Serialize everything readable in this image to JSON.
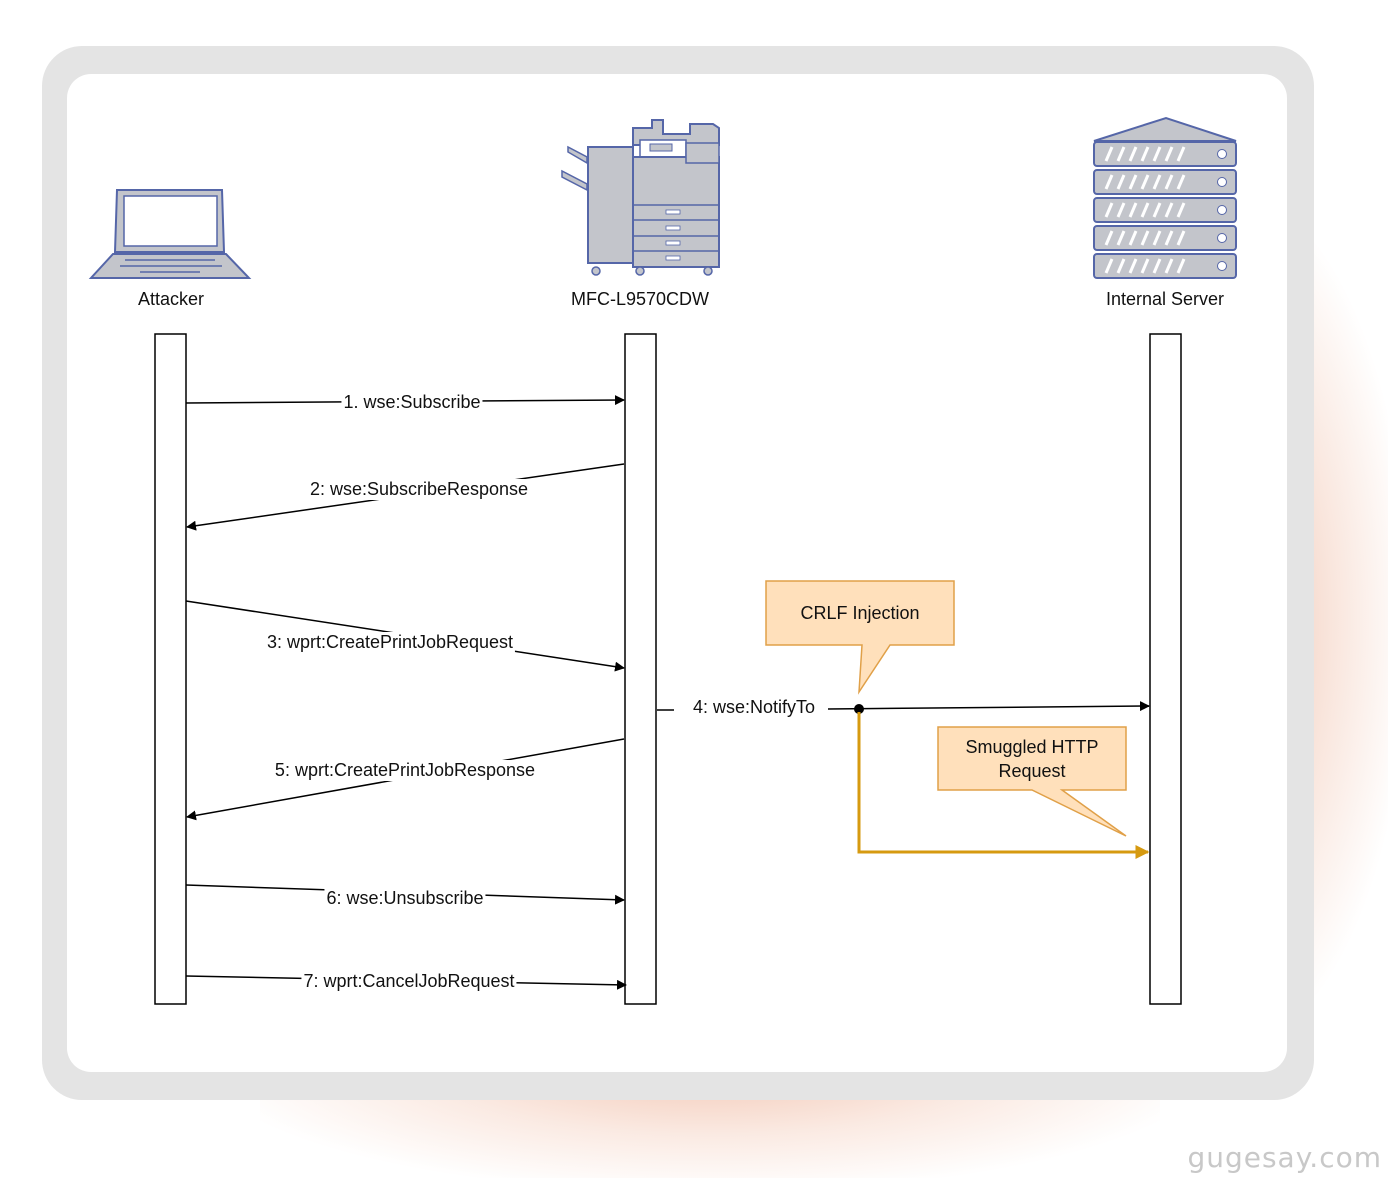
{
  "actors": {
    "attacker": "Attacker",
    "printer": "MFC-L9570CDW",
    "server": "Internal Server"
  },
  "messages": [
    "1. wse:Subscribe",
    "2: wse:SubscribeResponse",
    "3: wprt:CreatePrintJobRequest",
    "4: wse:NotifyTo",
    "5: wprt:CreatePrintJobResponse",
    "6: wse:Unsubscribe",
    "7: wprt:CancelJobRequest"
  ],
  "callouts": {
    "crlf": "CRLF Injection",
    "smuggled": "Smuggled HTTP Request"
  },
  "icons": {
    "attacker": "laptop-icon",
    "printer": "printer-icon",
    "server": "server-rack-icon"
  },
  "colors": {
    "icon_fill": "#c3c5cb",
    "icon_stroke": "#5566a8",
    "callout_fill": "#ffe0bb",
    "callout_stroke": "#e0a048",
    "smuggle_arrow": "#d69a10"
  },
  "watermark": "gugesay.com"
}
